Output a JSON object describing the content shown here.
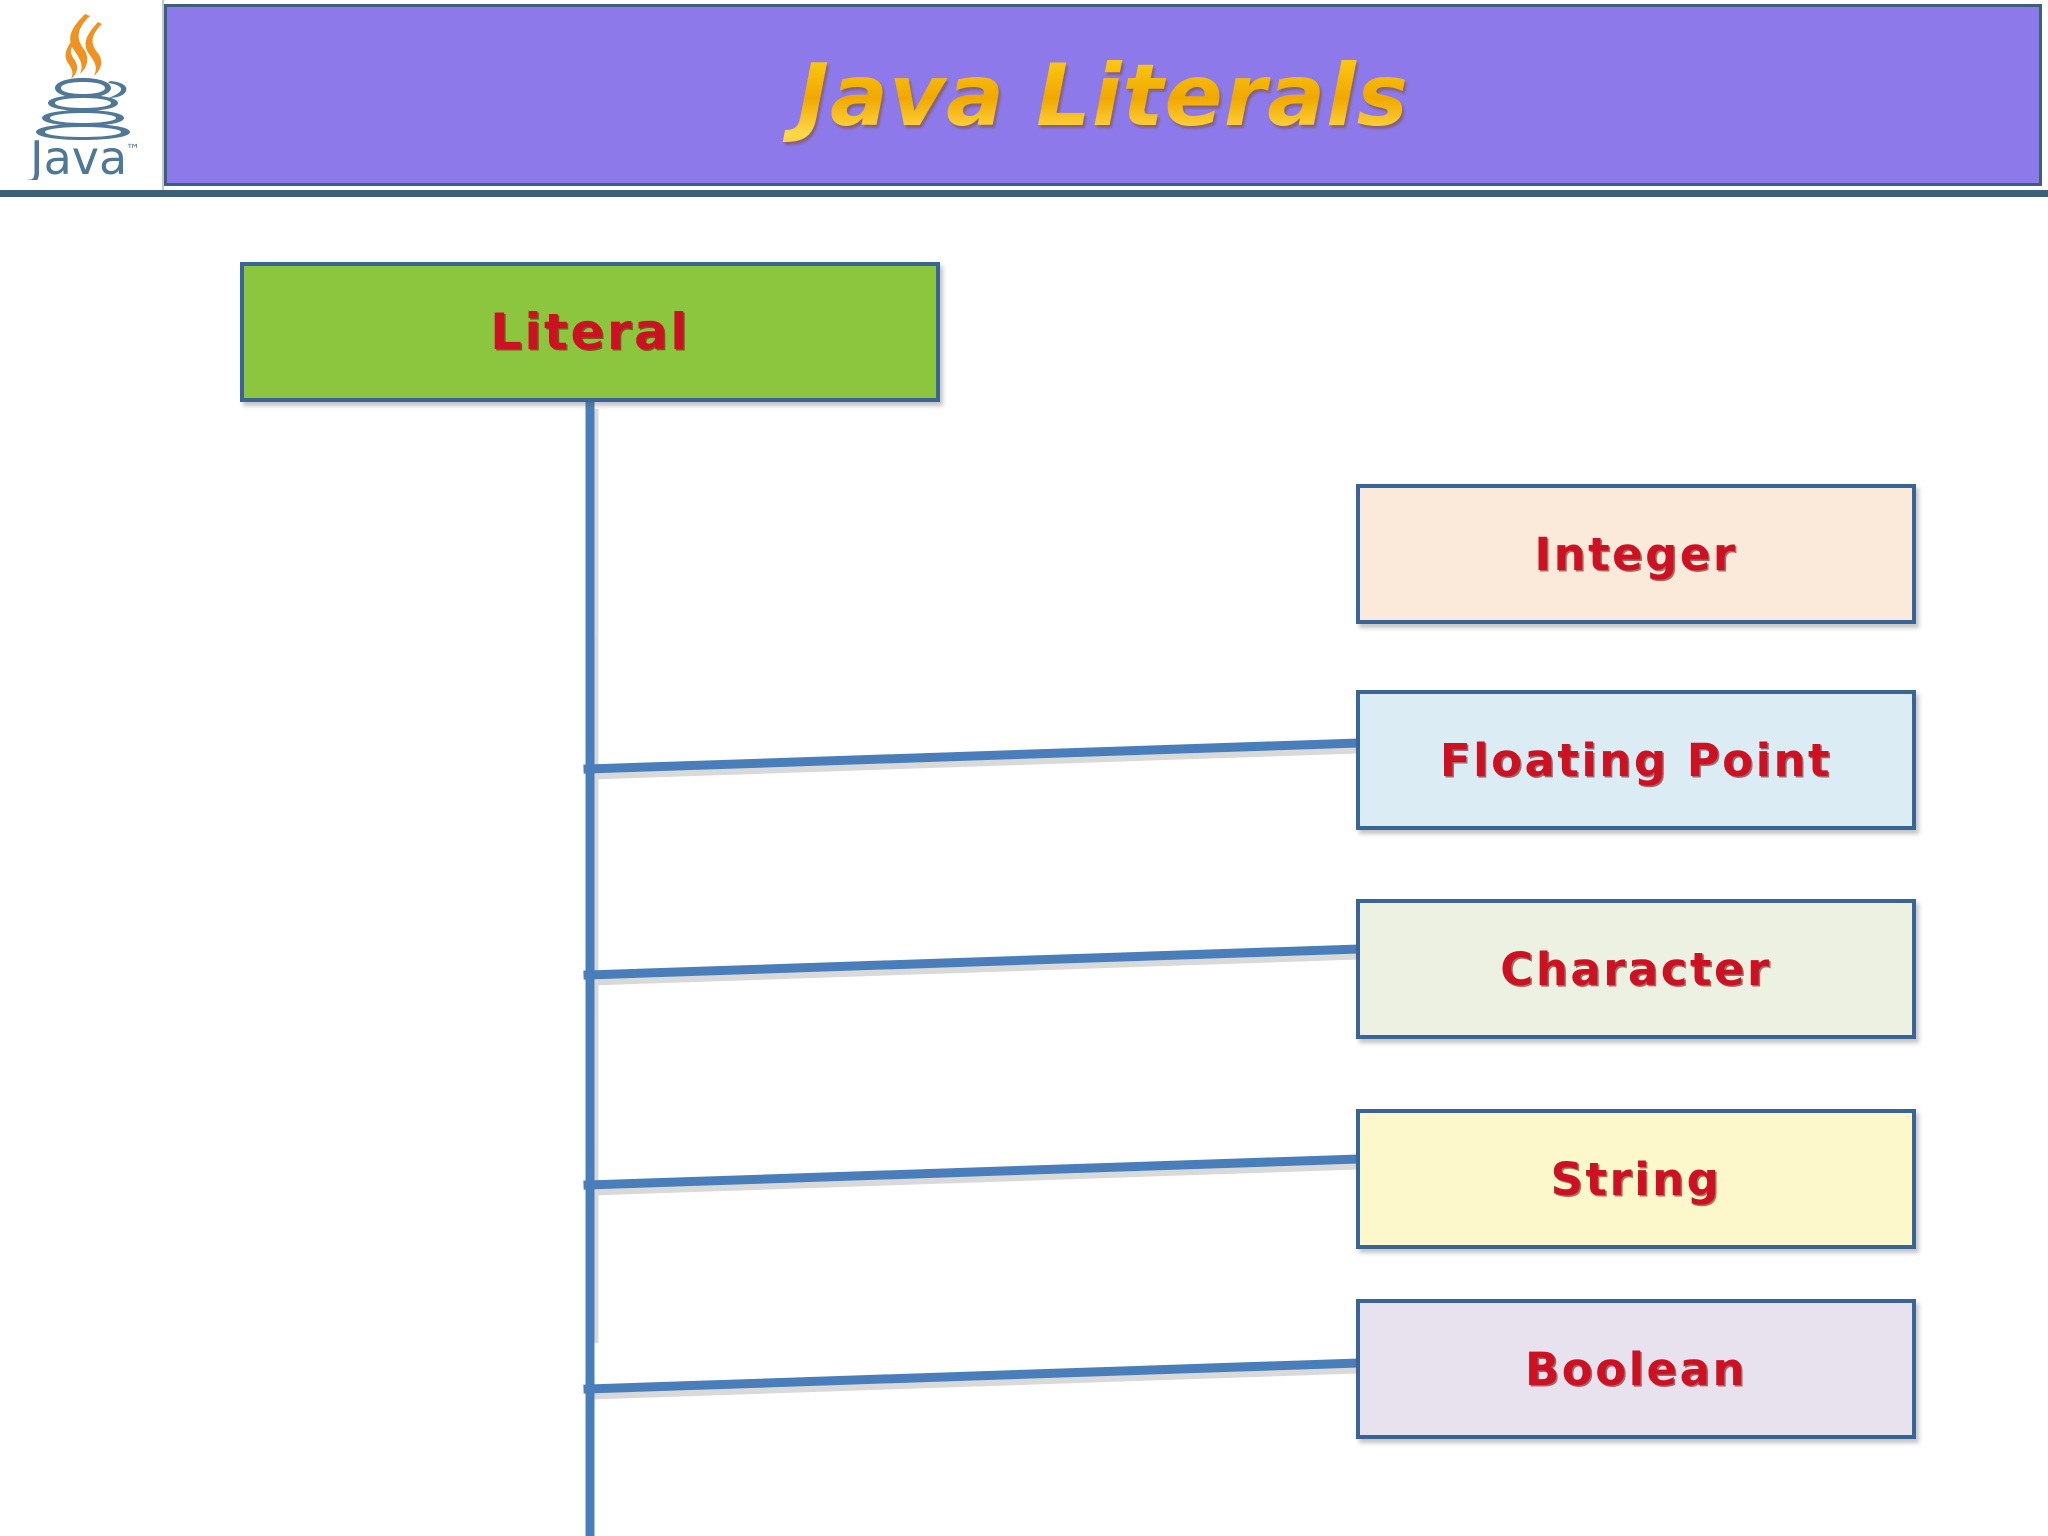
{
  "header": {
    "title": "Java Literals",
    "logo": {
      "wordmark": "Java",
      "trademark": "™"
    },
    "band_color": "#8d79ea",
    "title_color": "#fbd500",
    "rule_color": "#3d5f7a"
  },
  "diagram": {
    "type": "tree",
    "root": {
      "label": "Literal",
      "fill": "#8cc63f",
      "border": "#3a6496",
      "text_color": "#cc1122"
    },
    "children": [
      {
        "label": "Integer",
        "fill": "#fbe9da"
      },
      {
        "label": "Floating Point",
        "fill": "#dcecf4"
      },
      {
        "label": "Character",
        "fill": "#ecf1e1"
      },
      {
        "label": "String",
        "fill": "#fcf8cb"
      },
      {
        "label": "Boolean",
        "fill": "#e7e2ed"
      }
    ],
    "connector_color": "#4a7ebb",
    "background": "#ffffff"
  }
}
